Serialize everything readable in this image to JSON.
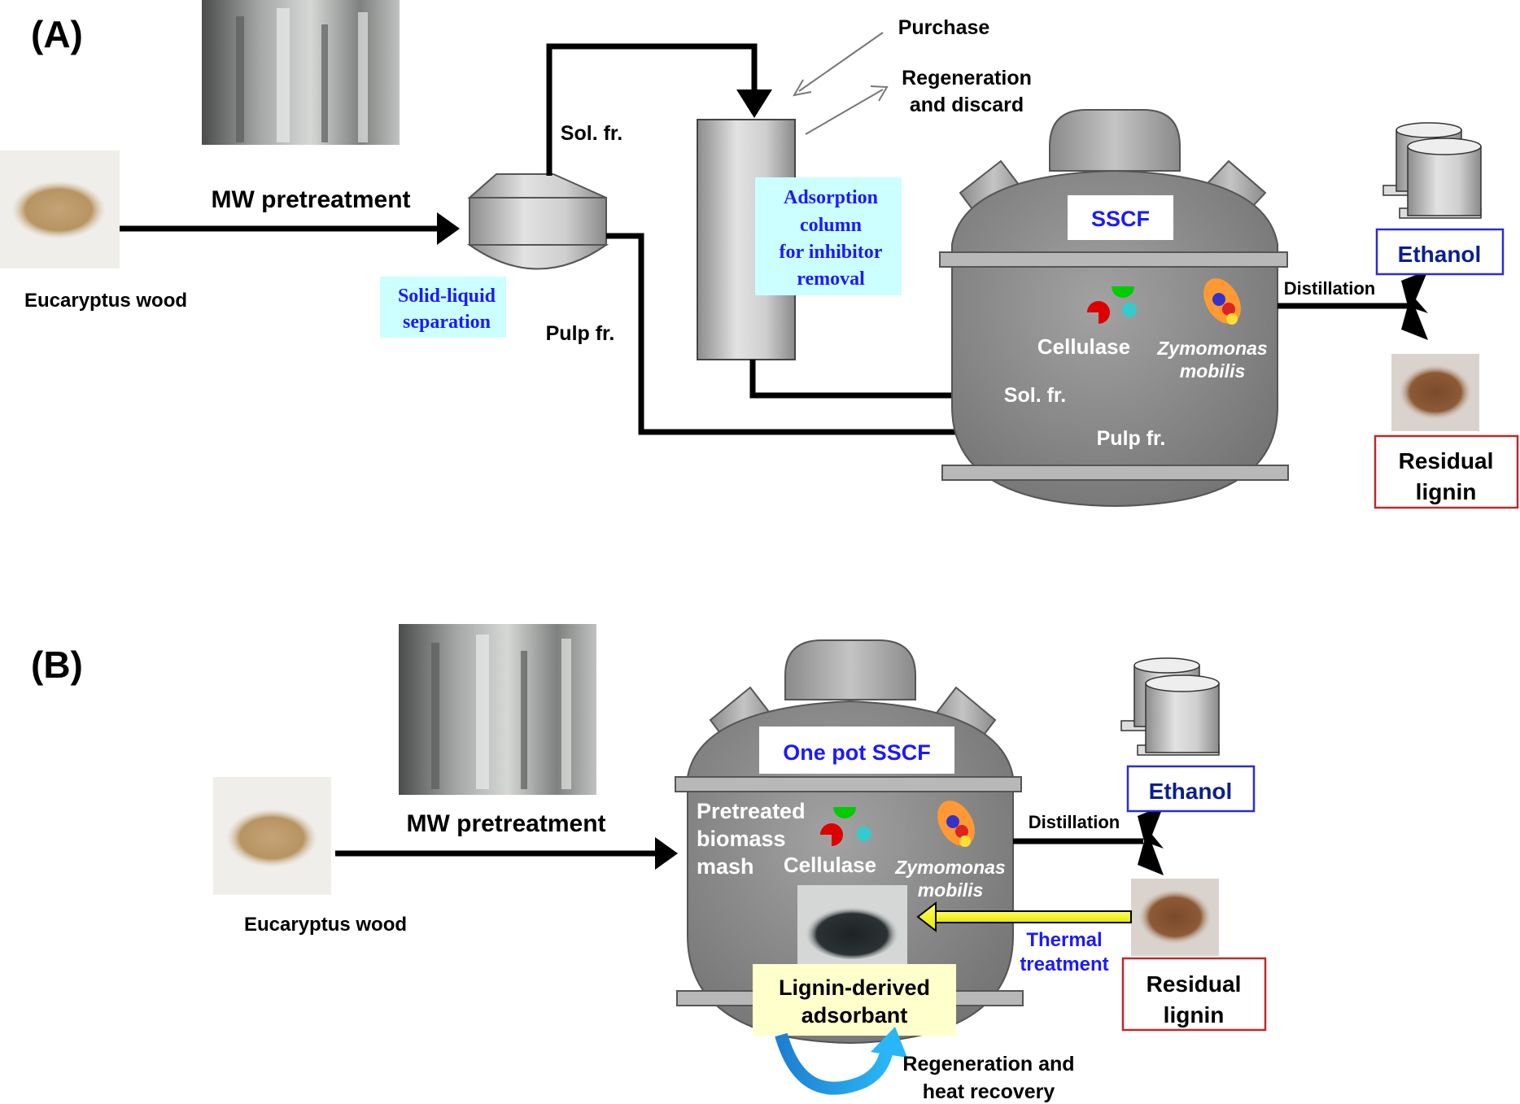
{
  "panel_a": {
    "label": "(A)",
    "feedstock": "Eucaryptus wood",
    "pretreatment": "MW pretreatment",
    "separator": [
      "Solid-liquid",
      "separation"
    ],
    "sol_fraction": "Sol. fr.",
    "pulp_fraction": "Pulp fr.",
    "purchase": "Purchase",
    "regeneration": [
      "Regeneration",
      "and discard"
    ],
    "column": [
      "Adsorption",
      "column",
      "for inhibitor",
      "removal"
    ],
    "reactor_title": "SSCF",
    "enzyme": "Cellulase",
    "microbe": [
      "Zymomonas",
      "mobilis"
    ],
    "reactor_sol": "Sol. fr.",
    "reactor_pulp": "Pulp fr.",
    "distillation": "Distillation",
    "ethanol": "Ethanol",
    "lignin": [
      "Residual",
      "lignin"
    ]
  },
  "panel_b": {
    "label": "(B)",
    "feedstock": "Eucaryptus wood",
    "pretreatment": "MW pretreatment",
    "reactor_title": "One pot SSCF",
    "mash": [
      "Pretreated",
      "biomass",
      "mash"
    ],
    "enzyme": "Cellulase",
    "microbe": [
      "Zymomonas",
      "mobilis"
    ],
    "distillation": "Distillation",
    "ethanol": "Ethanol",
    "lignin": [
      "Residual",
      "lignin"
    ],
    "thermal": [
      "Thermal",
      "treatment"
    ],
    "adsorbant": [
      "Lignin-derived",
      "adsorbant"
    ],
    "regen_heat": [
      "Regeneration and",
      "heat recovery"
    ]
  },
  "colors": {
    "label_blue": "#1a1aff",
    "navy": "#0b1f8f",
    "lignin_border": "#c0282b",
    "ethanol_border": "#2a2ae0",
    "cyan_box": "#ccffff",
    "adsorbant_box": "#ffffcc",
    "reactor_gray": "#7f7f7f"
  }
}
